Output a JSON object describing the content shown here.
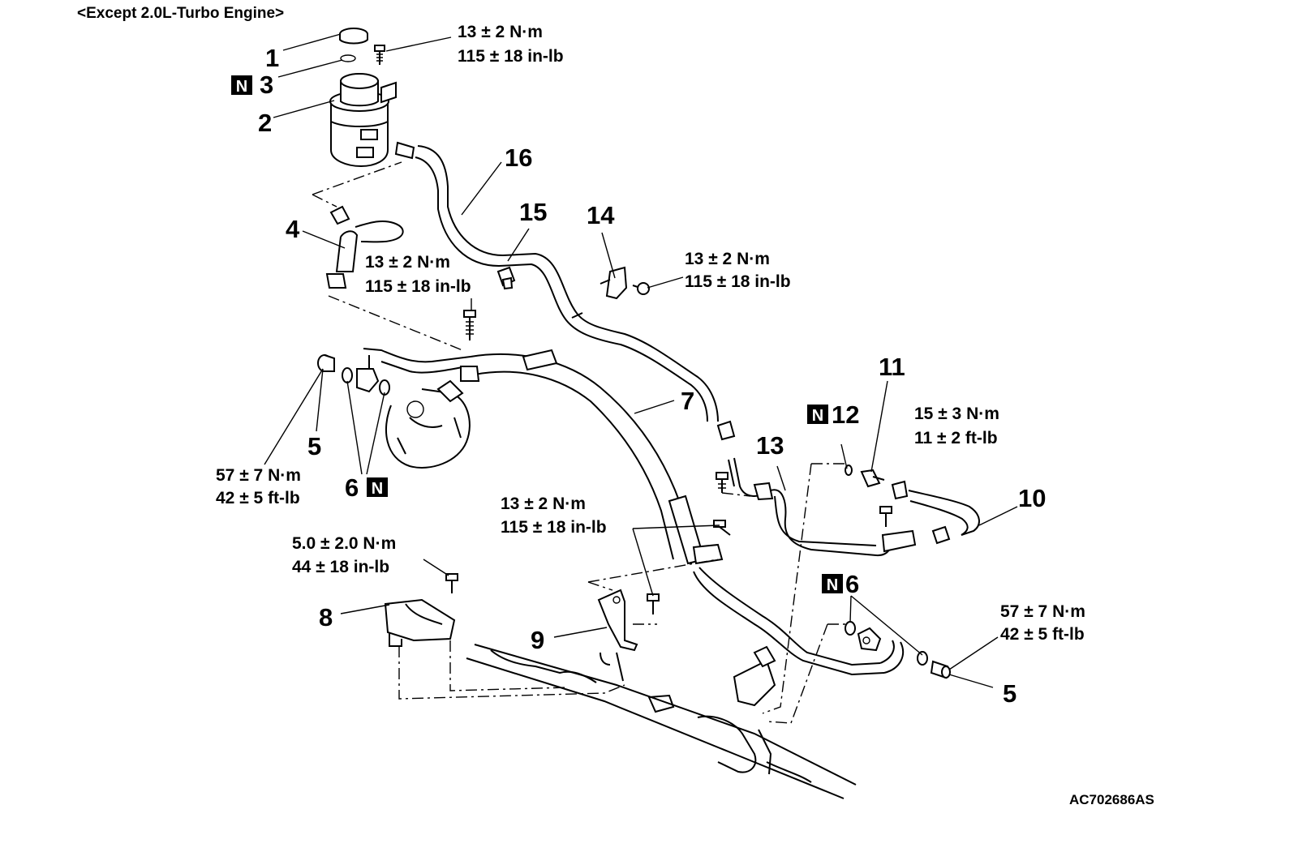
{
  "header": "<Except 2.0L-Turbo Engine>",
  "figure_code": "AC702686AS",
  "badge_letter": "N",
  "callouts": {
    "c1": "1",
    "c2": "2",
    "c3": "3",
    "c4": "4",
    "c5a": "5",
    "c5b": "5",
    "c6a": "6",
    "c6b": "6",
    "c7": "7",
    "c8": "8",
    "c9": "9",
    "c10": "10",
    "c11": "11",
    "c12": "12",
    "c13": "13",
    "c14": "14",
    "c15": "15",
    "c16": "16"
  },
  "torque": {
    "t1a": "13 ± 2 N·m",
    "t1b": "115 ± 18 in-lb",
    "t2a": "13 ± 2 N·m",
    "t2b": "115 ± 18 in-lb",
    "t3a": "13 ± 2 N·m",
    "t3b": "115 ± 18 in-lb",
    "t4a": "15 ± 3 N·m",
    "t4b": "11 ± 2 ft-lb",
    "t5a": "57 ± 7 N·m",
    "t5b": "42 ± 5 ft-lb",
    "t6a": "13 ± 2 N·m",
    "t6b": "115 ± 18 in-lb",
    "t7a": "5.0 ± 2.0 N·m",
    "t7b": "44 ± 18 in-lb",
    "t8a": "57 ± 7 N·m",
    "t8b": "42 ± 5 ft-lb"
  }
}
